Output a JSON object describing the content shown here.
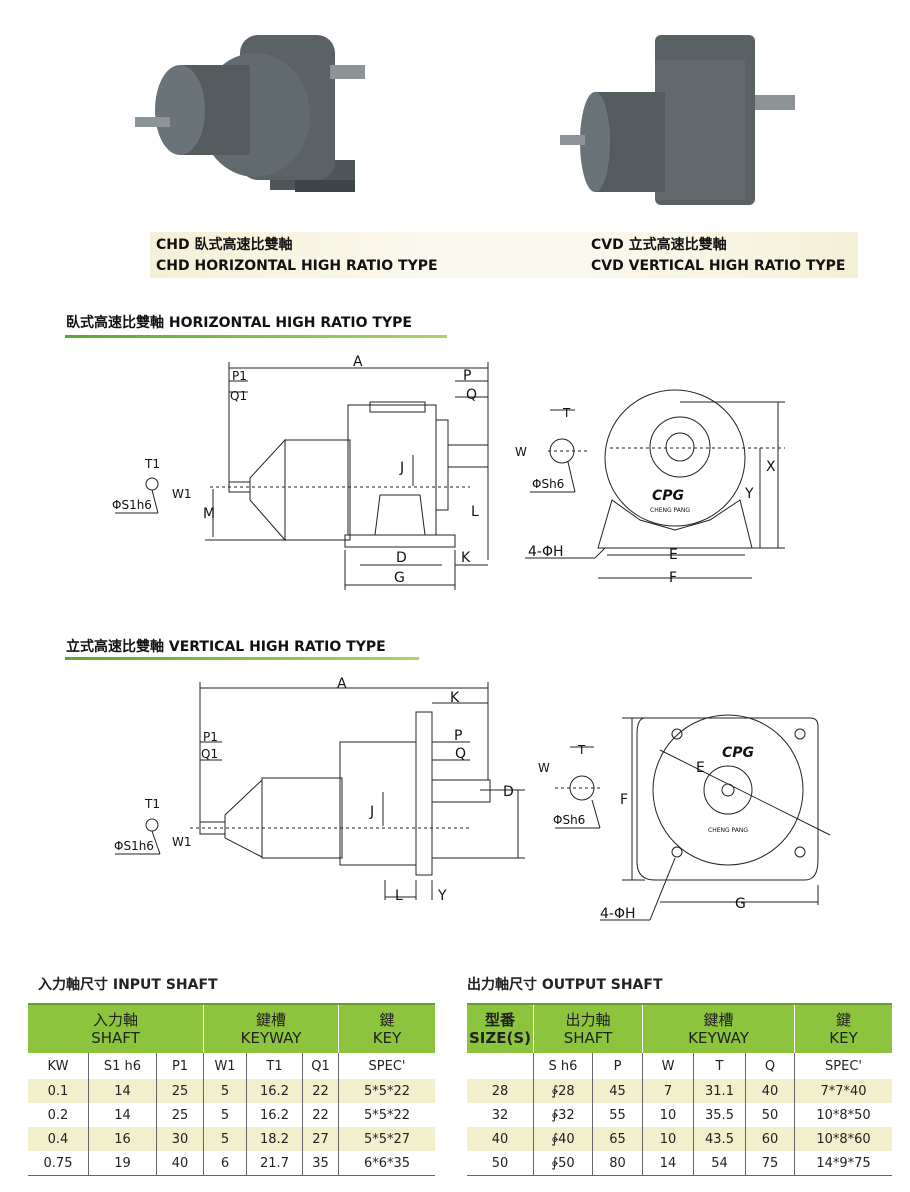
{
  "captions": {
    "chd_cn": "CHD  臥式高速比雙軸",
    "chd_en": "CHD  HORIZONTAL HIGH RATIO TYPE",
    "cvd_cn": "CVD  立式高速比雙軸",
    "cvd_en": "CVD  VERTICAL HIGH RATIO TYPE"
  },
  "sections": {
    "horizontal": "臥式高速比雙軸 HORIZONTAL HIGH RATIO TYPE",
    "vertical": "立式高速比雙軸 VERTICAL HIGH RATIO TYPE"
  },
  "drawing1": {
    "A": "A",
    "P1": "P1",
    "Q1": "Q1",
    "P": "P",
    "Q": "Q",
    "T1": "T1",
    "W1": "W1",
    "S1": "ΦS1h6",
    "M": "M",
    "J": "J",
    "L": "L",
    "D": "D",
    "G": "G",
    "K": "K",
    "T": "T",
    "W": "W",
    "Sh6": "ΦSh6",
    "H": "4-ΦH",
    "E": "E",
    "F": "F",
    "X": "X",
    "Y": "Y",
    "logo": "CPG",
    "logo_sub": "CHENG PANG"
  },
  "drawing2": {
    "A": "A",
    "K": "K",
    "P1": "P1",
    "Q1": "Q1",
    "P": "P",
    "Q": "Q",
    "T1": "T1",
    "W1": "W1",
    "S1": "ΦS1h6",
    "J": "J",
    "D": "D",
    "L": "L",
    "Y": "Y",
    "T": "T",
    "W": "W",
    "Sh6": "ΦSh6",
    "E": "E",
    "F": "F",
    "G": "G",
    "H": "4-ΦH",
    "logo": "CPG",
    "logo_sub": "CHENG PANG"
  },
  "input_table": {
    "title": "入力軸尺寸  INPUT SHAFT",
    "groups": [
      {
        "cn": "入力軸",
        "en": "SHAFT"
      },
      {
        "cn": "鍵槽",
        "en": "KEYWAY"
      },
      {
        "cn": "鍵",
        "en": "KEY"
      }
    ],
    "columns": [
      "KW",
      "S1 h6",
      "P1",
      "W1",
      "T1",
      "Q1",
      "SPEC'"
    ],
    "rows": [
      [
        "0.1",
        "14",
        "25",
        "5",
        "16.2",
        "22",
        "5*5*22"
      ],
      [
        "0.2",
        "14",
        "25",
        "5",
        "16.2",
        "22",
        "5*5*22"
      ],
      [
        "0.4",
        "16",
        "30",
        "5",
        "18.2",
        "27",
        "5*5*27"
      ],
      [
        "0.75",
        "19",
        "40",
        "6",
        "21.7",
        "35",
        "6*6*35"
      ]
    ]
  },
  "output_table": {
    "title": "出力軸尺寸  OUTPUT SHAFT",
    "groups": [
      {
        "cn": "型番",
        "en": "SIZE(S)"
      },
      {
        "cn": "出力軸",
        "en": "SHAFT"
      },
      {
        "cn": "鍵槽",
        "en": "KEYWAY"
      },
      {
        "cn": "鍵",
        "en": "KEY"
      }
    ],
    "columns": [
      "",
      "S h6",
      "P",
      "W",
      "T",
      "Q",
      "SPEC'"
    ],
    "rows": [
      [
        "28",
        "∲28",
        "45",
        "7",
        "31.1",
        "40",
        "7*7*40"
      ],
      [
        "32",
        "∲32",
        "55",
        "10",
        "35.5",
        "50",
        "10*8*50"
      ],
      [
        "40",
        "∲40",
        "65",
        "10",
        "43.5",
        "60",
        "10*8*60"
      ],
      [
        "50",
        "∲50",
        "80",
        "14",
        "54",
        "75",
        "14*9*75"
      ]
    ]
  }
}
